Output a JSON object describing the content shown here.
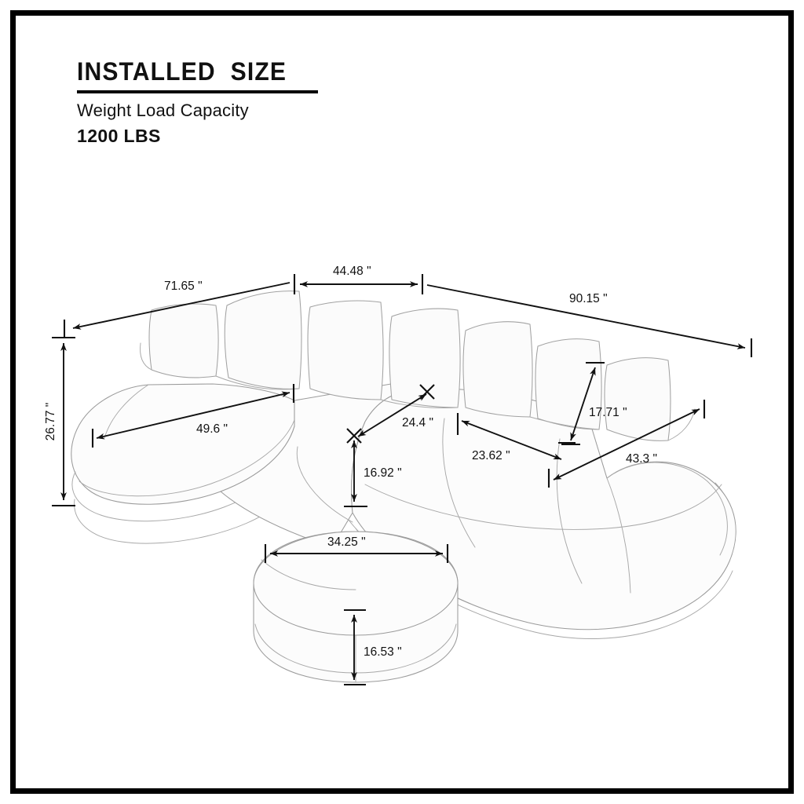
{
  "document": {
    "title": "INSTALLED  SIZE",
    "subtitle": "Weight Load Capacity",
    "capacity": "1200 LBS",
    "unit_symbol": "\""
  },
  "colors": {
    "border": "#000000",
    "background": "#ffffff",
    "dimension_line": "#111111",
    "product_outline": "#9b9b9b",
    "product_fill": "#fcfcfc"
  },
  "product": {
    "name": "sectional-sofa-with-ottoman",
    "pieces": [
      "sectional-sofa",
      "round-ottoman"
    ]
  },
  "dimensions": {
    "sofa": [
      {
        "id": "overall-left-depth",
        "label": "71.65 \"",
        "value": 71.65,
        "unit": "in"
      },
      {
        "id": "backrest-width",
        "label": "44.48 \"",
        "value": 44.48,
        "unit": "in"
      },
      {
        "id": "overall-right-width",
        "label": "90.15 \"",
        "value": 90.15,
        "unit": "in"
      },
      {
        "id": "overall-height",
        "label": "26.77 \"",
        "value": 26.77,
        "unit": "in"
      },
      {
        "id": "chaise-seat-length",
        "label": "49.6 \"",
        "value": 49.6,
        "unit": "in"
      },
      {
        "id": "seat-depth",
        "label": "24.4 \"",
        "value": 24.4,
        "unit": "in"
      },
      {
        "id": "seat-height",
        "label": "16.92 \"",
        "value": 16.92,
        "unit": "in"
      },
      {
        "id": "cushion-width",
        "label": "23.62 \"",
        "value": 23.62,
        "unit": "in"
      },
      {
        "id": "backrest-height",
        "label": "17.71 \"",
        "value": 17.71,
        "unit": "in"
      },
      {
        "id": "right-seat-length",
        "label": "43.3 \"",
        "value": 43.3,
        "unit": "in"
      }
    ],
    "ottoman": [
      {
        "id": "ottoman-diameter",
        "label": "34.25 \"",
        "value": 34.25,
        "unit": "in"
      },
      {
        "id": "ottoman-height",
        "label": "16.53 \"",
        "value": 16.53,
        "unit": "in"
      }
    ]
  }
}
